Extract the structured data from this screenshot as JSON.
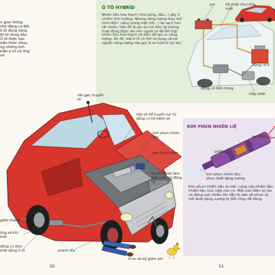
{
  "diagram": {
    "nodes": [
      {
        "text": [
          "Ô TÔ HYBRID",
          "Nhiên liệu hóa thạch (như xăng, dầu...) gây ô nhiễm môi trường. Nhưng năng lượng thay thế (như điện, năng lượng mặt trời...) lại sạch hơn rất nhiều. Vấn đề là pin dự trữ điện lại không hoạt động được lâu nên người ta đã kết hợp nhiên liệu hóa thạch và điện để tạo ra năng lượng. Do đó, loại ô tô có thể sử dụng cả hai nguồn năng lượng này gọi là xe hybrid (xe lai)."
        ]
      },
      {
        "text": [
          "KIM PHUN NHIÊN LIỆ",
          "Kim phun nhiên liệu là việc cung cấp nhiên liệu nhiên liệu trực tiếp cho cơ. Một van điện từ (so và đóng van nhiều lần liệu bị nén sẽ phun ra mờ dưới dạng sương bị đốt cháy dễ dàng."
        ]
      }
    ],
    "labels": [
      "n giao thông nhờ động cơ đốt ô tô dùng xăng ột số dùng dầu Ô tô được tạo kiện khác nhau, ng những linh kiện p số và ống xả.",
      "pin",
      "bộ phát cho công suất",
      "động cơ đ",
      "máy phát",
      "động cơ điện trong",
      "cần gạt chuyển số",
      "hộp số để truyền lực từ động cơ tới bánh xe",
      "kim phun nhiên liệu",
      "pin dự trữ điện",
      "bộ tản nhiệt làm mát nước từ động cơ",
      "lò xo và bộ giảm xóc",
      "phanh đĩa",
      "giảm thanh",
      "ống xả khí thải",
      "động cơ điện khởi động ô tô",
      "pittông",
      "van điện từ",
      "kim phun nhiên liệu phun dưới dạng sương",
      "10",
      "11"
    ]
  }
}
